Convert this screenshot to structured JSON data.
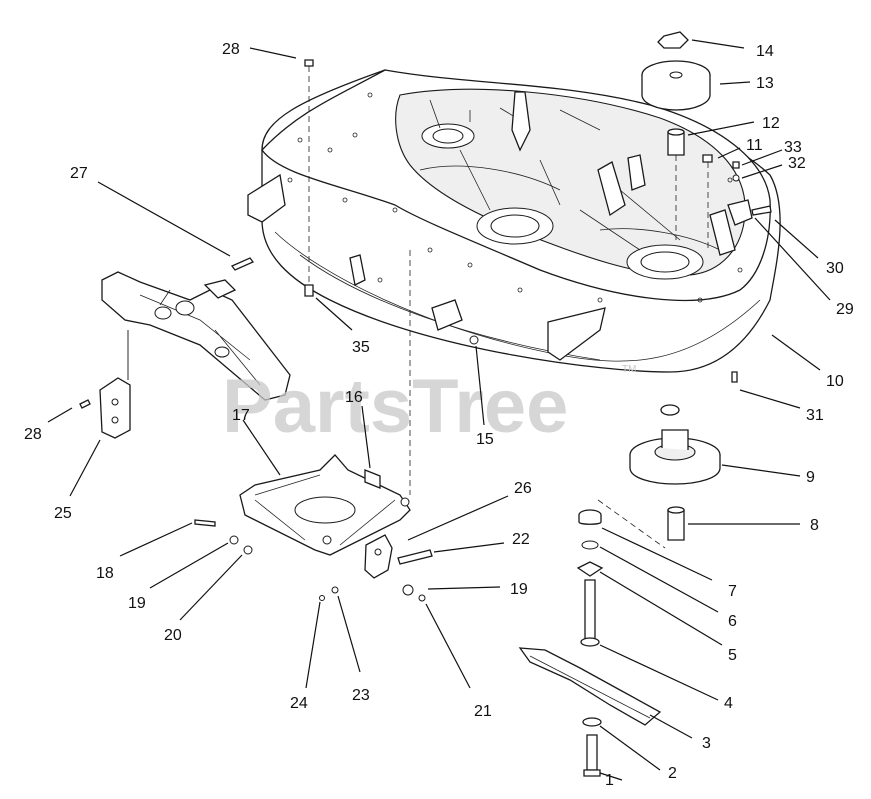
{
  "diagram": {
    "watermark": "PartsTree",
    "watermark_mark": "TM",
    "callouts": [
      "1",
      "2",
      "3",
      "4",
      "5",
      "6",
      "7",
      "8",
      "9",
      "10",
      "11",
      "12",
      "13",
      "14",
      "15",
      "16",
      "17",
      "18",
      "19",
      "19",
      "20",
      "21",
      "22",
      "23",
      "24",
      "25",
      "26",
      "27",
      "28",
      "28",
      "29",
      "30",
      "31",
      "32",
      "33",
      "35"
    ]
  }
}
